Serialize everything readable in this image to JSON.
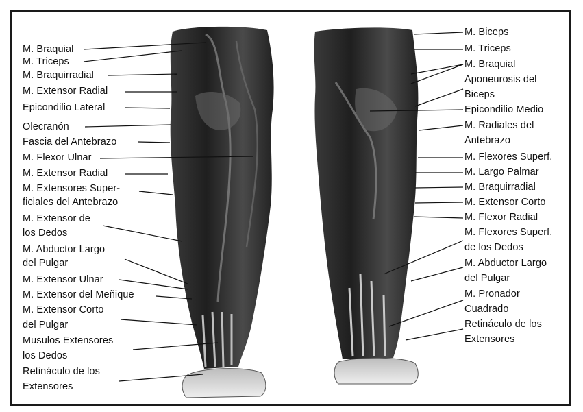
{
  "labels_left": [
    "M. Braquial",
    "M. Triceps",
    "M. Braquirradial",
    "M. Extensor Radial",
    "Epicondilio Lateral",
    "Olecranón",
    "Fascia del Antebrazo",
    "M. Flexor Ulnar",
    "M. Extensor Radial",
    "M. Extensores Super-",
    "ficiales del Antebrazo",
    "M. Extensor de",
    "los Dedos",
    "M. Abductor Largo",
    "del Pulgar",
    "M. Extensor Ulnar",
    "M. Extensor del Meñique",
    "M. Extensor Corto",
    "del Pulgar",
    "Musulos Extensores",
    "los Dedos",
    "Retináculo de los",
    "Extensores"
  ],
  "labels_right": [
    "M. Biceps",
    "M. Triceps",
    "M. Braquial",
    "Aponeurosis del",
    "Biceps",
    "Epicondilio Medio",
    "M. Radiales del",
    "Antebrazo",
    "M. Flexores Superf.",
    "M. Largo Palmar",
    "M. Braquirradial",
    "M. Extensor Corto",
    "M. Flexor Radial",
    "M. Flexores Superf.",
    "de los Dedos",
    "M. Abductor Largo",
    "del Pulgar",
    "M. Pronador",
    "Cuadrado",
    "Retináculo de los",
    "Extensores"
  ],
  "colors": {
    "ink": "#111111",
    "muscle_dark": "#2b2b2b",
    "muscle_mid": "#5a5a5a",
    "bone": "#d9d9d9",
    "frame": "#1a1a1a"
  }
}
